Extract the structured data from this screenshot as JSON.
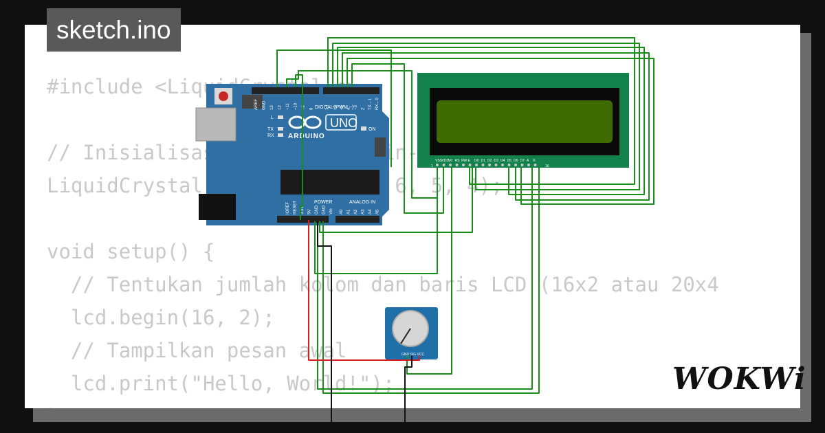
{
  "file_tab": {
    "name": "sketch.ino"
  },
  "code_lines": [
    "#include <LiquidCrystal.h>",
    "",
    "// Inisialisasi LCD dengan pin-pin RS, E,",
    "LiquidCrystal lcd(12, 11, 7, 6, 5, 4);",
    "",
    "void setup() {",
    "  // Tentukan jumlah kolom dan baris LCD (16x2 atau 20x4",
    "  lcd.begin(16, 2);",
    "  // Tampilkan pesan awal",
    "  lcd.print(\"Hello, World!\");",
    "}"
  ],
  "arduino": {
    "model": "UNO",
    "brand": "ARDUINO",
    "digital_header": "DIGITAL (PWM ~)",
    "power_header": "POWER",
    "analog_header": "ANALOG IN",
    "led_on": "ON",
    "led_l": "L",
    "led_tx": "TX",
    "led_rx": "RX",
    "digital_pins": [
      "AREF",
      "GND",
      "13",
      "12",
      "~11",
      "~10",
      "~9",
      "8",
      "7",
      "~6",
      "~5",
      "4",
      "~3",
      "2",
      "TX→1",
      "RX←0"
    ],
    "power_pins": [
      "IOREF",
      "RESET",
      "3.3V",
      "5V",
      "GND",
      "GND",
      "Vin"
    ],
    "analog_pins": [
      "A0",
      "A1",
      "A2",
      "A3",
      "A4",
      "A5"
    ]
  },
  "lcd": {
    "pins": [
      "VSS",
      "VDD",
      "V0",
      "RS",
      "RW",
      "E",
      "D0",
      "D1",
      "D2",
      "D3",
      "D4",
      "D5",
      "D6",
      "D7",
      "A",
      "K"
    ],
    "first_pin": "1",
    "last_pin": "16"
  },
  "potentiometer": {
    "pins": "GND SIG VCC"
  },
  "brand_logo": "WOKWi",
  "colors": {
    "background": "#101010",
    "card": "#ffffff",
    "code_text": "#c9c9c9",
    "board": "#2f6fa3",
    "lcd_board": "#12814b",
    "lcd_screen": "#3f6a00",
    "wire_signal": "#1a8c1a",
    "wire_power": "#d42020",
    "wire_ground": "#111111"
  }
}
